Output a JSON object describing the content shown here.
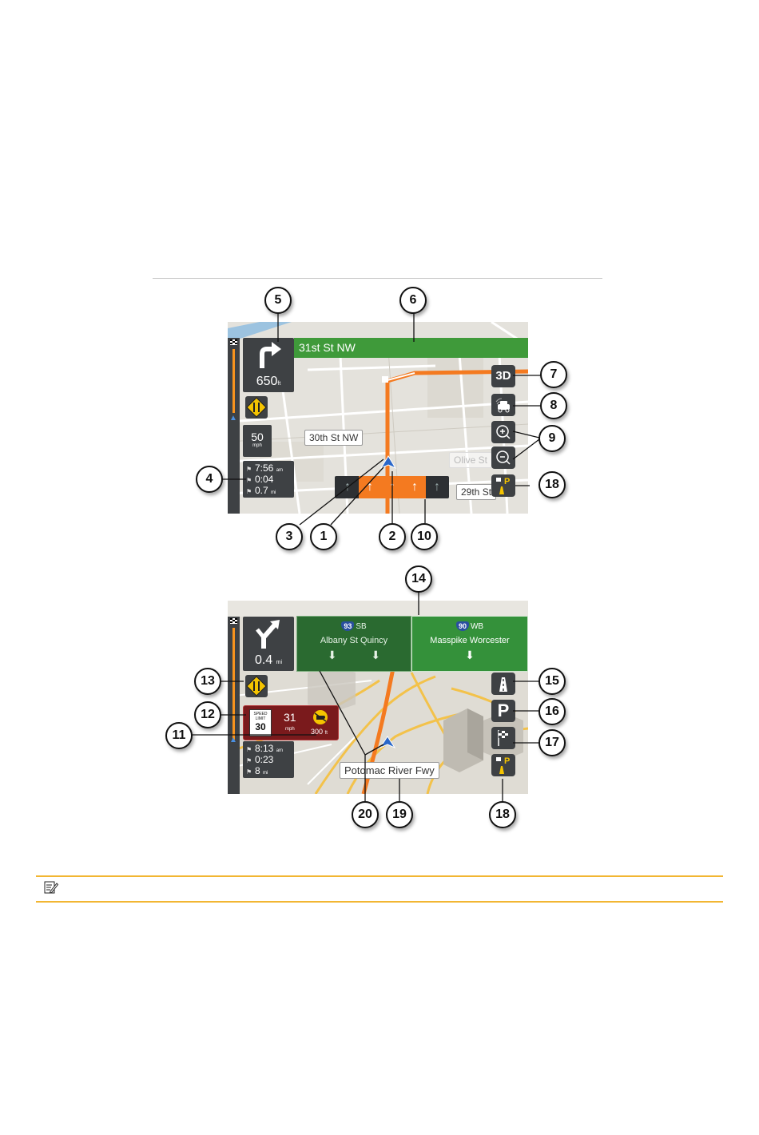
{
  "map1": {
    "street_banner": "31st St NW",
    "turn_distance": "650",
    "turn_distance_unit": "ft",
    "speed_value": "50",
    "speed_unit": "mph",
    "eta": "7:56",
    "eta_suffix": "am",
    "remaining_time": "0:04",
    "remaining_distance": "0.7",
    "remaining_distance_unit": "mi",
    "view_mode_label": "3D",
    "map_labels": [
      "30th St NW",
      "Olive St",
      "29th St"
    ]
  },
  "map2": {
    "turn_distance": "0.4",
    "turn_distance_unit": "mi",
    "signposts": [
      {
        "shield": "93",
        "direction": "SB",
        "destinations": "Albany St  Quincy"
      },
      {
        "shield": "90",
        "direction": "WB",
        "destinations": "Masspike  Worcester"
      }
    ],
    "speed_limit_heading": "SPEED LIMIT",
    "speed_limit": "30",
    "current_speed": "31",
    "current_speed_unit": "mph",
    "camera_distance": "300",
    "camera_distance_unit": "ft",
    "eta": "8:13",
    "eta_suffix": "am",
    "remaining_time": "0:23",
    "remaining_distance": "8",
    "remaining_distance_unit": "mi",
    "current_street": "Potomac River Fwy"
  },
  "callouts": {
    "c1": "1",
    "c2": "2",
    "c3": "3",
    "c4": "4",
    "c5": "5",
    "c6": "6",
    "c7": "7",
    "c8": "8",
    "c9": "9",
    "c10": "10",
    "c11": "11",
    "c12": "12",
    "c13": "13",
    "c14": "14",
    "c15": "15",
    "c16": "16",
    "c17": "17",
    "c18a": "18",
    "c18b": "18",
    "c19": "19",
    "c20": "20"
  },
  "colors": {
    "route": "#f47a20",
    "street_banner": "#3f9a3a",
    "signpost": "#2e7a35",
    "panel": "#3e4144",
    "note_rule": "#f2b632"
  }
}
